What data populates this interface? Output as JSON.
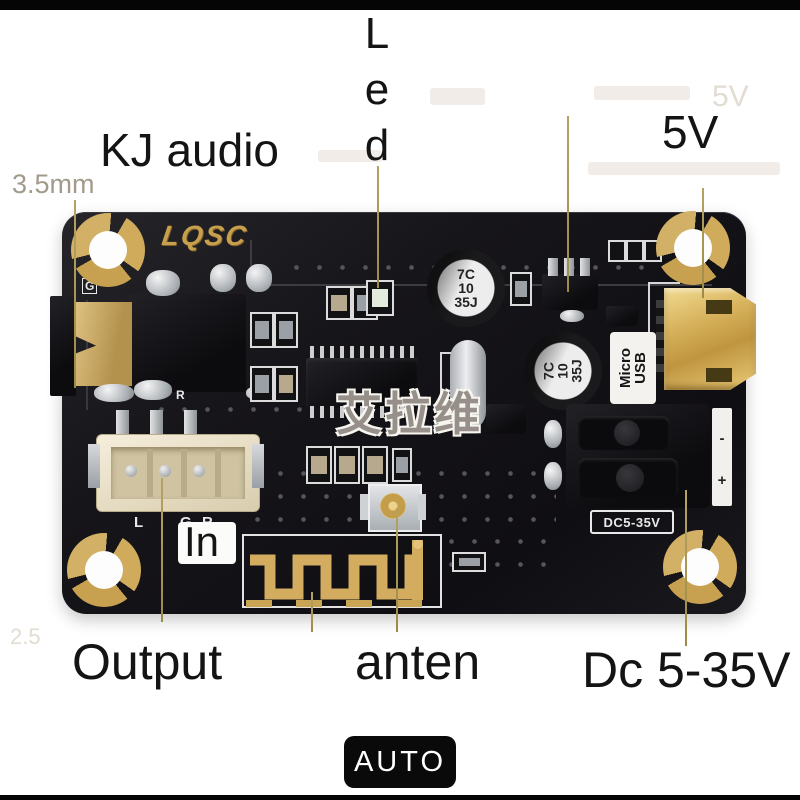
{
  "annotations": {
    "kj_audio": "KJ audio",
    "led_letters": [
      "L",
      "e",
      "d"
    ],
    "five_v": "5V",
    "jack_size": "3.5mm",
    "in_label": "In",
    "output": "Output",
    "anten": "anten",
    "dc_range": "Dc 5-35V"
  },
  "badge": {
    "auto": "AUTO"
  },
  "ghosts": {
    "five_v": "5V",
    "bottom_left": "2.5"
  },
  "board": {
    "logo": "LQSC",
    "watermark": "艾拉维",
    "usb_label_line1": "Micro",
    "usb_label_line2": "USB",
    "dc_silk": "DC5-35V",
    "cap_marking": [
      "7C",
      "10",
      "35J"
    ],
    "output_pins": [
      "L",
      "G",
      "R"
    ],
    "jack_pin_g": "G",
    "jack_pin_r": "R",
    "terminal_minus": "-",
    "terminal_plus": "+",
    "colors": {
      "gold": "#c9a553",
      "silkscreen": "#e8e8e8",
      "board_black": "#141317",
      "annotation_line": "#a5924f"
    }
  }
}
